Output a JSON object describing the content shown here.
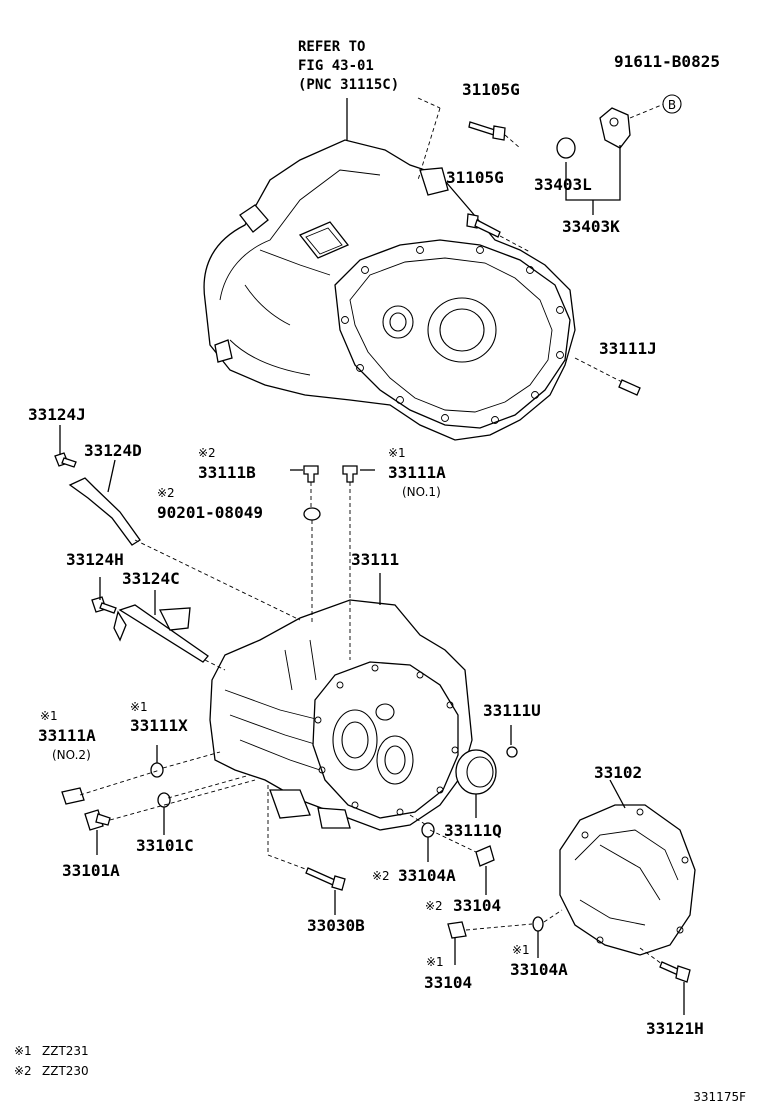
{
  "refer": {
    "line1": "REFER TO",
    "line2": "FIG 43-01",
    "line3": "(PNC 31115C)"
  },
  "labels": {
    "p91611": "91611-B0825",
    "b_marker": "B",
    "p31105g_a": "31105G",
    "p31105g_b": "31105G",
    "p33403l": "33403L",
    "p33403k": "33403K",
    "p33111j": "33111J",
    "p33124j": "33124J",
    "p33124d": "33124D",
    "p33111b": "33111B",
    "p33111a_top": "33111A",
    "p33111a_top_note": "(NO.1)",
    "p90201": "90201-08049",
    "p33111": "33111",
    "p33124h": "33124H",
    "p33124c": "33124C",
    "p33111a_left": "33111A",
    "p33111a_left_note": "(NO.2)",
    "p33111x": "33111X",
    "p33111u": "33111U",
    "p33111q": "33111Q",
    "p33101c": "33101C",
    "p33101a": "33101A",
    "p33104a_mid": "33104A",
    "p33104_mid": "33104",
    "p33030b": "33030B",
    "p33102": "33102",
    "p33104_low": "33104",
    "p33104a_low": "33104A",
    "p33121h": "33121H"
  },
  "marks": {
    "m1": "※1",
    "m2": "※2",
    "m_33111b": "※2",
    "m_33111a_top": "※1",
    "m_90201": "※2",
    "m_33111a_left": "※1",
    "m_33111x": "※1",
    "m_33104a_mid": "※2",
    "m_33104_mid": "※2",
    "m_33104_low": "※1",
    "m_33104a_low": "※1"
  },
  "legend": {
    "note1_mark": "※1",
    "note1_text": "ZZT231",
    "note2_mark": "※2",
    "note2_text": "ZZT230"
  },
  "figure_id": "331175F"
}
